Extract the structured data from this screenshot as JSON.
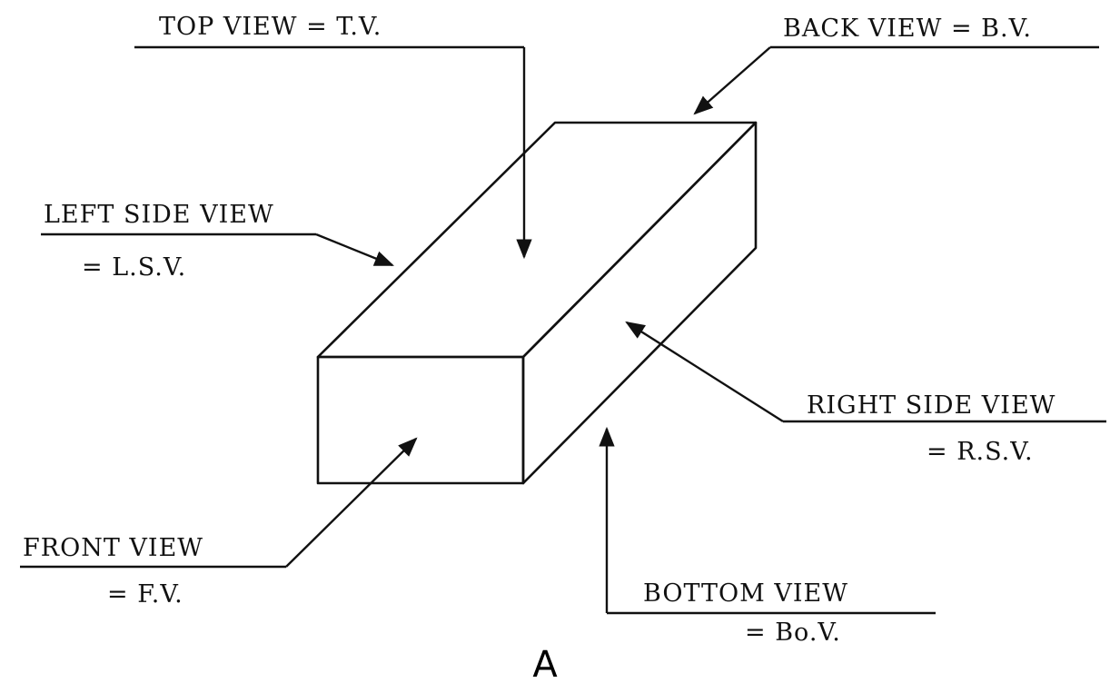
{
  "labels": {
    "top_view": "TOP VIEW  =  T.V.",
    "back_view": "BACK VIEW = B.V.",
    "left_side_view": "LEFT SIDE VIEW",
    "left_side_abbr": "= L.S.V.",
    "right_side_view": "RIGHT SIDE  VIEW",
    "right_side_abbr": "= R.S.V.",
    "front_view": "FRONT VIEW",
    "front_abbr": "= F.V.",
    "bottom_view": "BOTTOM VIEW",
    "bottom_abbr": "= Bo.V."
  },
  "caption": "A"
}
